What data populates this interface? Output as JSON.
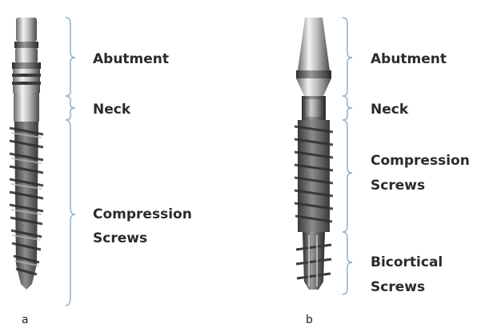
{
  "panel_a": {
    "caption": "a",
    "labels": {
      "abutment": "Abutment",
      "neck": "Neck",
      "compression_line1": "Compression",
      "compression_line2": "Screws"
    }
  },
  "panel_b": {
    "caption": "b",
    "labels": {
      "abutment": "Abutment",
      "neck": "Neck",
      "compression_line1": "Compression",
      "compression_line2": "Screws",
      "bicortical_line1": "Bicortical",
      "bicortical_line2": "Screws"
    }
  },
  "colors": {
    "bracket": "#8fb2cc",
    "label_text": "#2b2b2b",
    "metal_light": "#e6e6e6",
    "metal_dark": "#5a5a5a",
    "thread_dark": "#3f3f3f"
  }
}
